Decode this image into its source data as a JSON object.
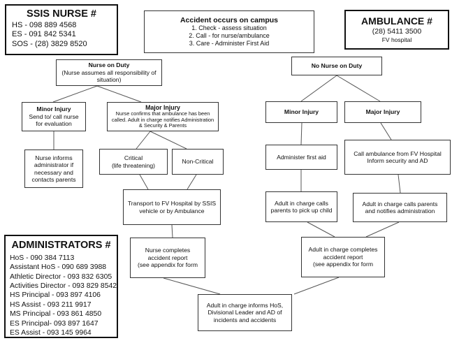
{
  "ssis_nurse": {
    "title": "SSIS NURSE #",
    "lines": [
      "HS - 098 889 4568",
      "ES - 091 842 5341",
      "SOS - (28) 3829 8520"
    ]
  },
  "accident": {
    "title": "Accident occurs on campus",
    "steps": [
      "1. Check - assess situation",
      "2. Call - for nurse/ambulance",
      "3. Care - Administer First Aid"
    ]
  },
  "ambulance": {
    "title": "AMBULANCE #",
    "number": "(28) 5411 3500",
    "hospital": "FV hospital"
  },
  "nurse_on_duty": {
    "title": "Nurse on Duty",
    "desc": "(Nurse assumes all responsibility of situation)"
  },
  "no_nurse": {
    "title": "No Nurse on Duty"
  },
  "left_minor": {
    "title": "Minor Injury",
    "desc": "Send to/ call nurse for evaluation"
  },
  "left_major": {
    "title": "Major Injury",
    "desc": "Nurse confirms that ambulance has been called. Adult in charge notifies Administration & Security & Parents"
  },
  "nurse_informs": {
    "text": "Nurse informs administrator if necessary and contacts parents"
  },
  "critical": {
    "line1": "Critical",
    "line2": "(life threatening)"
  },
  "non_critical": {
    "text": "Non-Critical"
  },
  "transport": {
    "text": "Transport to FV Hospital by SSIS vehicle or by Ambulance"
  },
  "nurse_report": {
    "line1": "Nurse completes",
    "line2": "accident report",
    "line3": "(see appendix for form"
  },
  "right_minor": {
    "title": "Minor Injury"
  },
  "right_major": {
    "title": "Major Injury"
  },
  "first_aid": {
    "text": "Administer first aid"
  },
  "call_ambulance": {
    "line1": "Call ambulance from FV Hospital",
    "line2": "Inform security and AD"
  },
  "calls_parents_pickup": {
    "text": "Adult in charge calls parents to pick up child"
  },
  "calls_parents_notify": {
    "line1": "Adult in charge calls parents",
    "line2": "and notifies administration"
  },
  "adult_report": {
    "line1": "Adult in charge completes",
    "line2": "accident report",
    "line3": "(see appendix for form"
  },
  "adult_informs": {
    "text": "Adult in charge informs HoS, Divisional Leader and AD of incidents and accidents"
  },
  "administrators": {
    "title": "ADMINISTRATORS #",
    "lines": [
      "HoS - 090 384 7113",
      "Assistant HoS - 090 689 3988",
      "Athletic Director - 093 832 6305",
      "Activities Director - 093 829 8542",
      "HS Principal - 093 897 4106",
      "HS Assist - 093 211 9917",
      "MS Principal - 093 861 4850",
      "ES Principal- 093 897 1647",
      "ES Assist - 093 145 9964"
    ]
  }
}
